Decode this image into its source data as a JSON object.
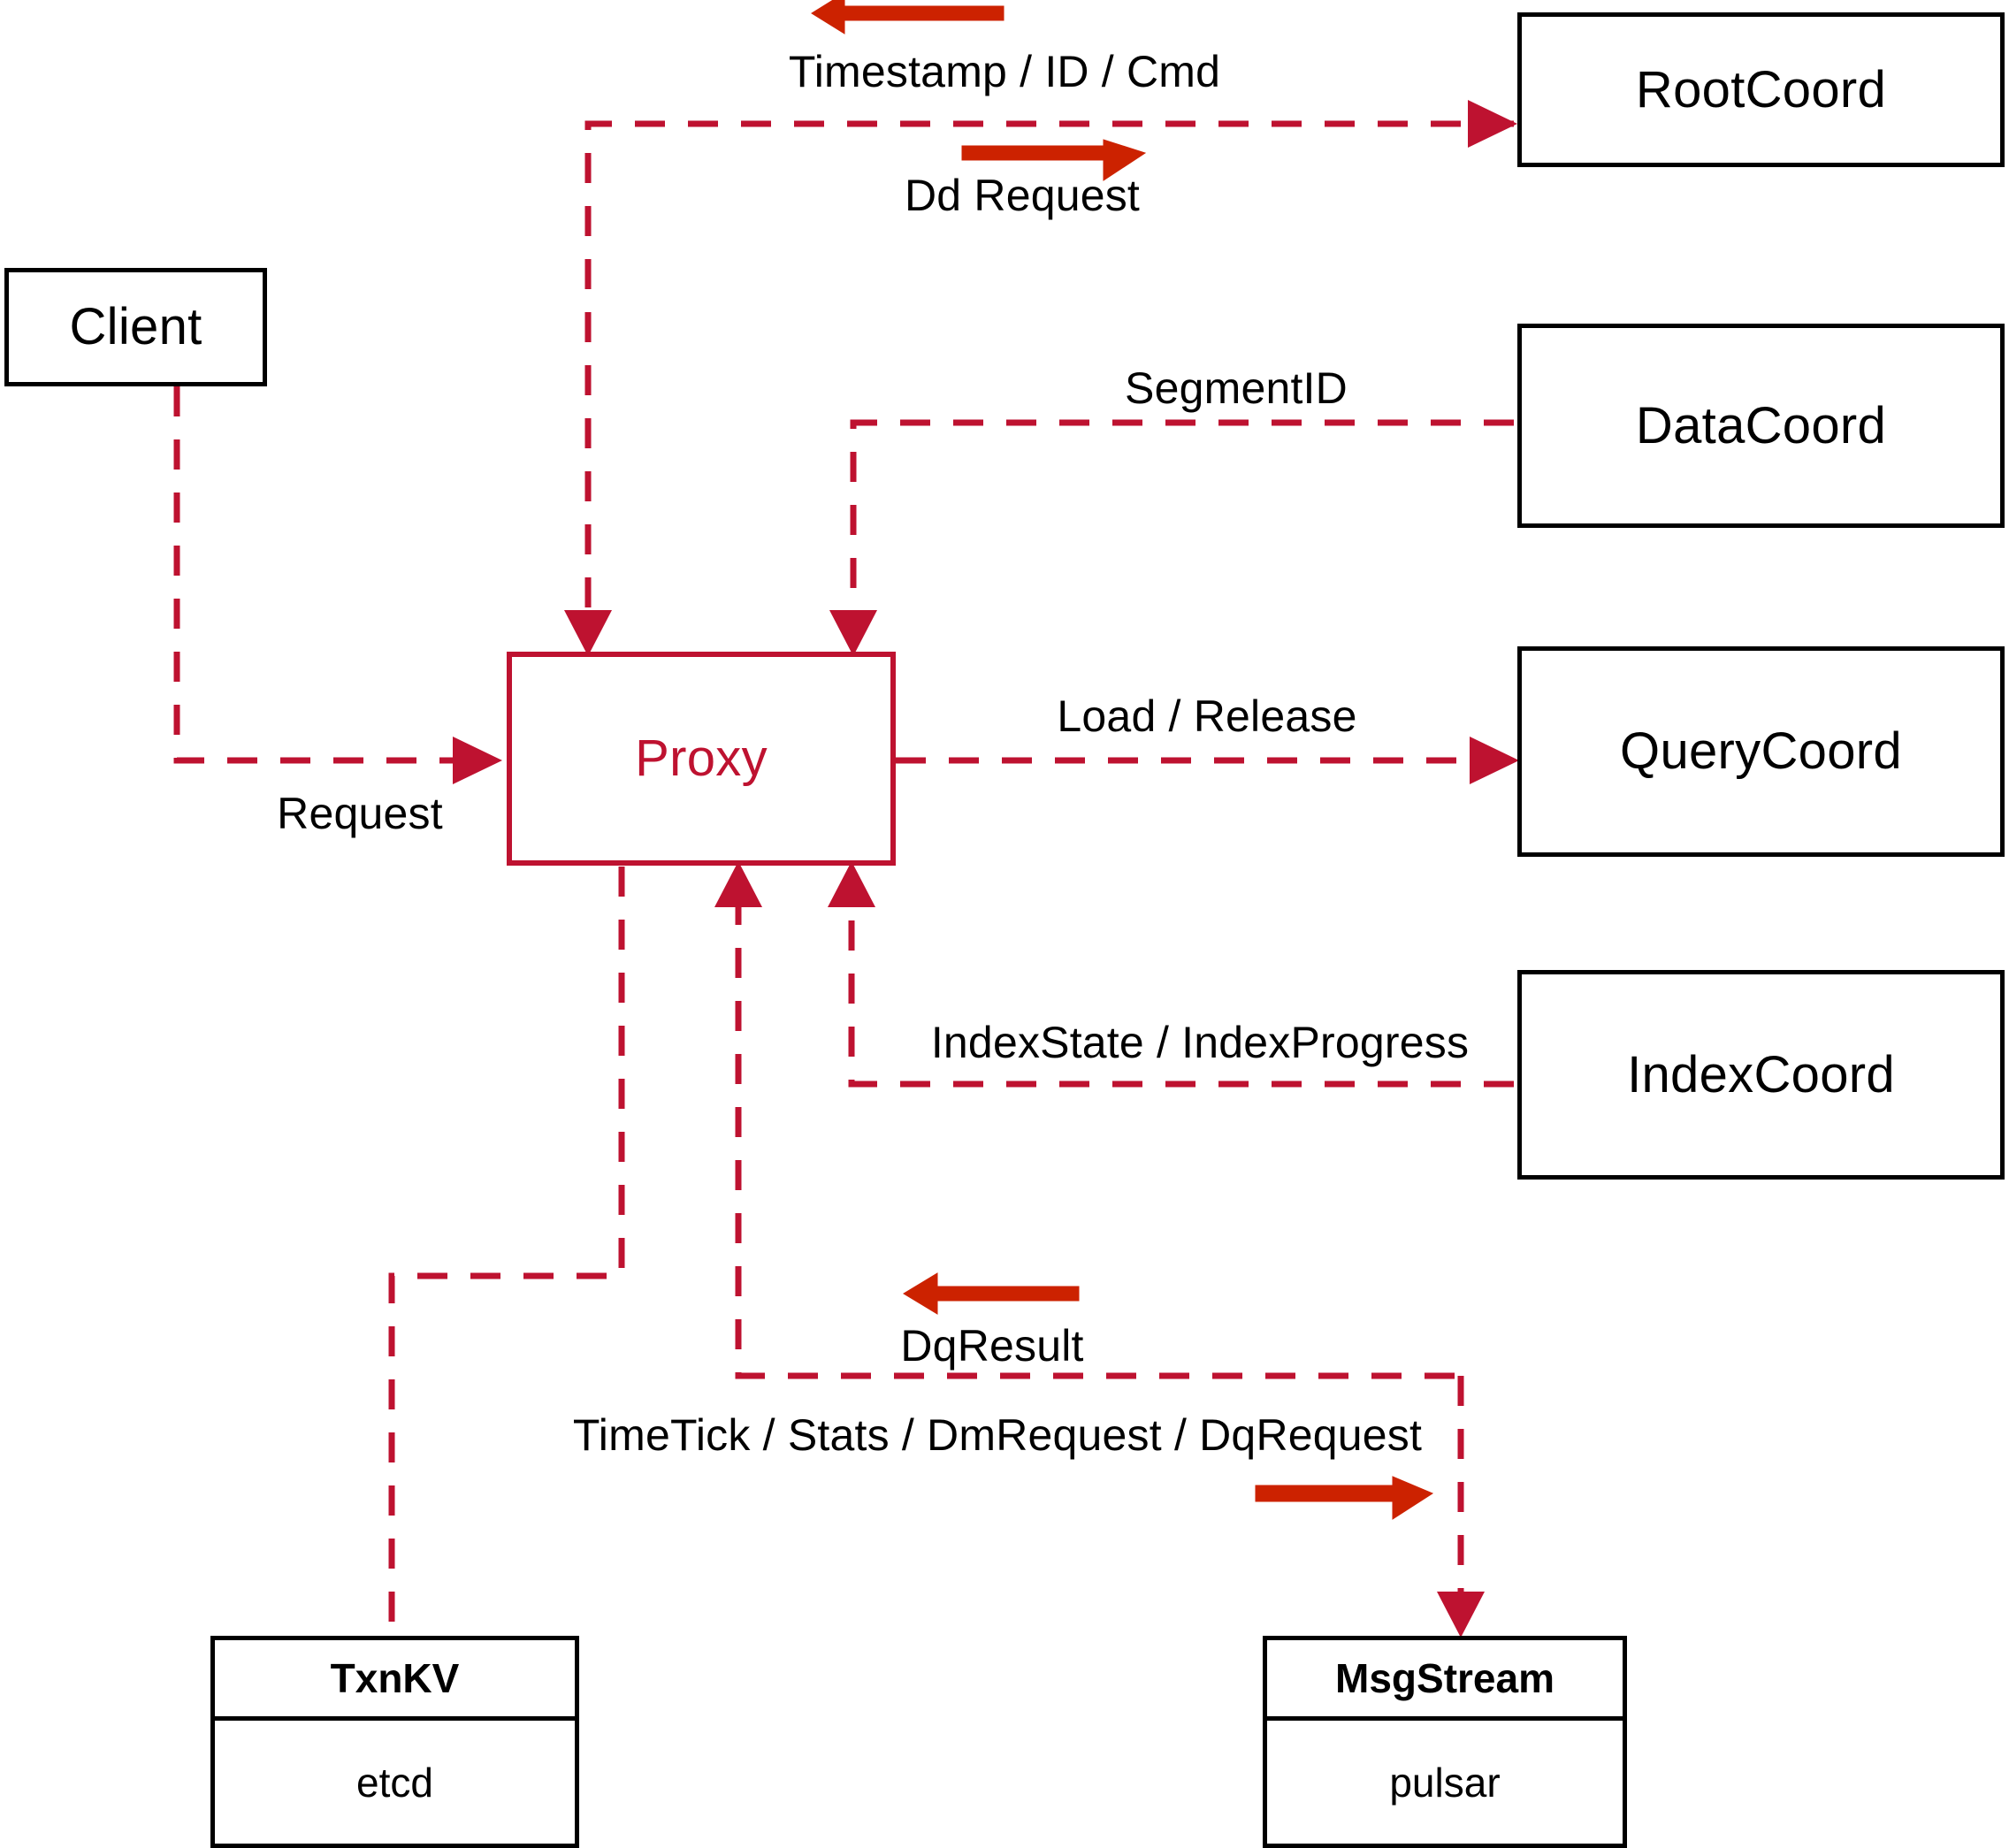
{
  "diagram": {
    "title": "Milvus Proxy interaction diagram",
    "colors": {
      "dashed_wire": "#BE1230",
      "proxy_border": "#BE1230",
      "proxy_text": "#BE1230",
      "node_border": "#000000",
      "node_text": "#000000",
      "bold_arrow": "#CC2200",
      "background": "#FFFFFF"
    },
    "nodes": [
      {
        "id": "client",
        "label": "Client",
        "style": "black-box"
      },
      {
        "id": "proxy",
        "label": "Proxy",
        "style": "red-box"
      },
      {
        "id": "rootcoord",
        "label": "RootCoord",
        "style": "black-box"
      },
      {
        "id": "datacoord",
        "label": "DataCoord",
        "style": "black-box"
      },
      {
        "id": "querycoord",
        "label": "QueryCoord",
        "style": "black-box"
      },
      {
        "id": "indexcoord",
        "label": "IndexCoord",
        "style": "black-box"
      }
    ],
    "stacked_nodes": [
      {
        "id": "txnkv",
        "header": "TxnKV",
        "body": "etcd"
      },
      {
        "id": "msgstream",
        "header": "MsgStream",
        "body": "pulsar"
      }
    ],
    "edge_labels": {
      "timestamp_id_cmd": "Timestamp / ID / Cmd",
      "dd_request": "Dd Request",
      "segment_id": "SegmentID",
      "load_release": "Load / Release",
      "index_state_progress": "IndexState / IndexProgress",
      "request": "Request",
      "dq_result": "DqResult",
      "timetick_stats": "TimeTick / Stats / DmRequest / DqRequest"
    },
    "flows": [
      {
        "from": "rootcoord",
        "to": "proxy",
        "label": "Timestamp / ID / Cmd",
        "direction": "left"
      },
      {
        "from": "proxy",
        "to": "rootcoord",
        "label": "Dd Request",
        "direction": "right"
      },
      {
        "from": "datacoord",
        "to": "proxy",
        "label": "SegmentID",
        "direction": "left"
      },
      {
        "from": "proxy",
        "to": "querycoord",
        "label": "Load / Release",
        "direction": "right"
      },
      {
        "from": "indexcoord",
        "to": "proxy",
        "label": "IndexState / IndexProgress",
        "direction": "left"
      },
      {
        "from": "client",
        "to": "proxy",
        "label": "Request",
        "direction": "right"
      },
      {
        "from": "msgstream",
        "to": "proxy",
        "label": "DqResult",
        "direction": "left"
      },
      {
        "from": "proxy",
        "to": "msgstream",
        "label": "TimeTick / Stats / DmRequest / DqRequest",
        "direction": "right"
      },
      {
        "from": "proxy",
        "to": "txnkv",
        "label": "",
        "direction": "down"
      }
    ]
  }
}
